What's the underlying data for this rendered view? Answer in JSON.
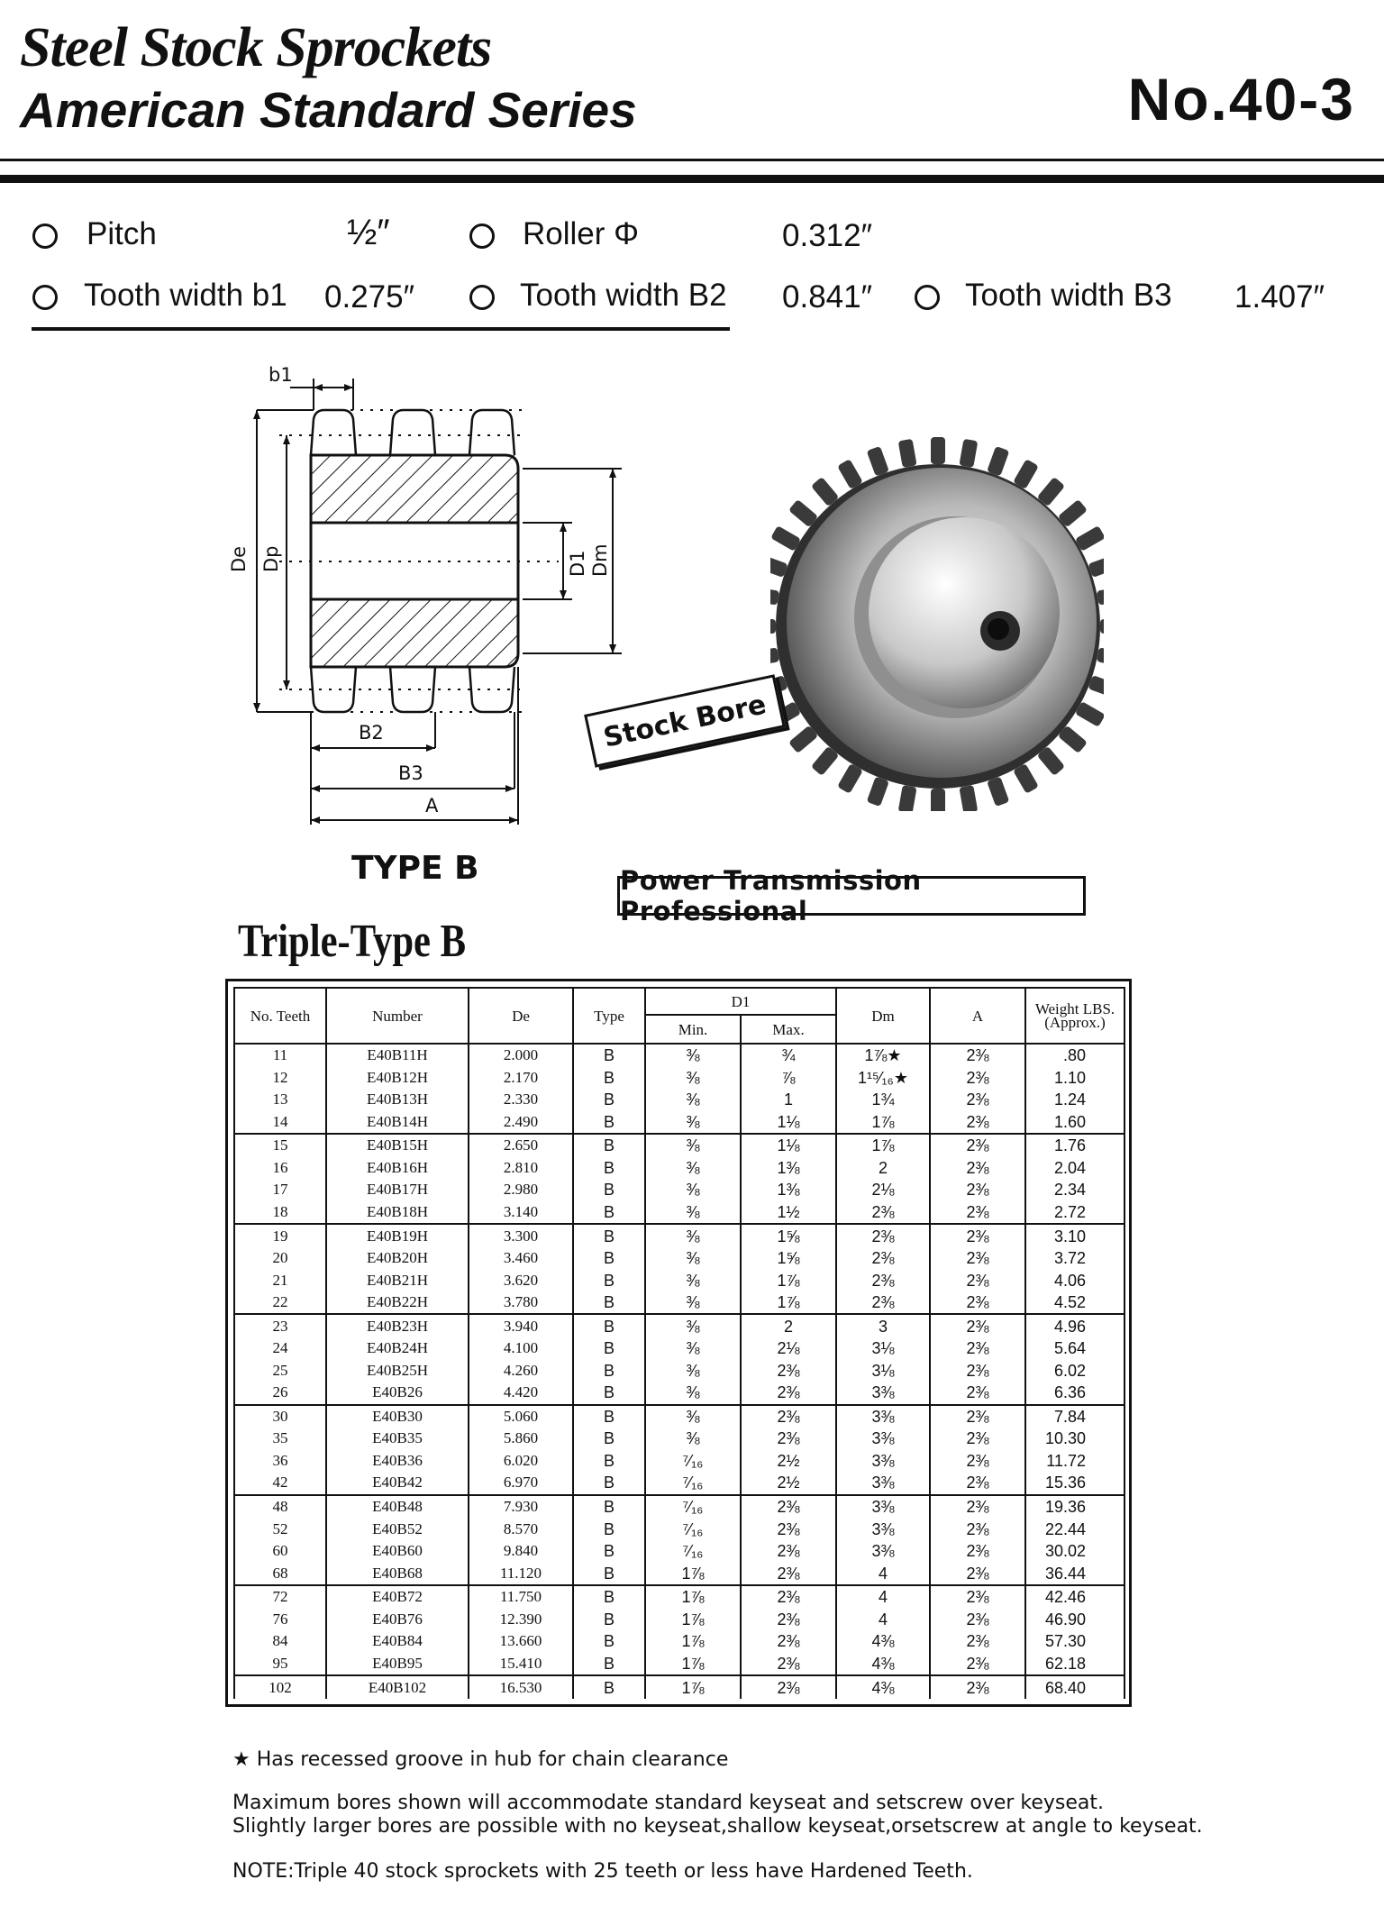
{
  "header": {
    "title_line1": "Steel Stock Sprockets",
    "title_line2": "American Standard Series",
    "model_no": "No.40-3"
  },
  "specs": {
    "pitch_label": "Pitch",
    "pitch_value": "½″",
    "roller_label": "Roller Φ",
    "roller_value": "0.312″",
    "b1_label": "Tooth width b1",
    "b1_value": "0.275″",
    "b2_label": "Tooth width B2",
    "b2_value": "0.841″",
    "b3_label": "Tooth width B3",
    "b3_value": "1.407″"
  },
  "diagram": {
    "labels": {
      "b1": "b1",
      "de": "De",
      "dp": "Dp",
      "d1": "D1",
      "dm": "Dm",
      "b2": "B2",
      "b3": "B3",
      "a": "A"
    },
    "type_label": "TYPE B",
    "stock_bore": "Stock Bore",
    "slogan": "Power Transmission Professional"
  },
  "table": {
    "title": "Triple-Type B",
    "headers": {
      "teeth": "No. Teeth",
      "number": "Number",
      "de": "De",
      "type": "Type",
      "d1": "D1",
      "min": "Min.",
      "max": "Max.",
      "dm": "Dm",
      "a": "A",
      "weight": "Weight LBS. (Approx.)"
    },
    "rows": [
      [
        "11",
        "E40B11H",
        "2.000",
        "B",
        "⅜",
        "¾",
        "1⅞★",
        "2⅜",
        ".80"
      ],
      [
        "12",
        "E40B12H",
        "2.170",
        "B",
        "⅜",
        "⅞",
        "1¹⁵⁄₁₆★",
        "2⅜",
        "1.10"
      ],
      [
        "13",
        "E40B13H",
        "2.330",
        "B",
        "⅜",
        "1",
        "1¾",
        "2⅜",
        "1.24"
      ],
      [
        "14",
        "E40B14H",
        "2.490",
        "B",
        "⅜",
        "1⅛",
        "1⅞",
        "2⅜",
        "1.60"
      ],
      [
        "15",
        "E40B15H",
        "2.650",
        "B",
        "⅜",
        "1⅛",
        "1⅞",
        "2⅜",
        "1.76"
      ],
      [
        "16",
        "E40B16H",
        "2.810",
        "B",
        "⅜",
        "1⅜",
        "2",
        "2⅜",
        "2.04"
      ],
      [
        "17",
        "E40B17H",
        "2.980",
        "B",
        "⅜",
        "1⅜",
        "2⅛",
        "2⅜",
        "2.34"
      ],
      [
        "18",
        "E40B18H",
        "3.140",
        "B",
        "⅜",
        "1½",
        "2⅜",
        "2⅜",
        "2.72"
      ],
      [
        "19",
        "E40B19H",
        "3.300",
        "B",
        "⅜",
        "1⅝",
        "2⅜",
        "2⅜",
        "3.10"
      ],
      [
        "20",
        "E40B20H",
        "3.460",
        "B",
        "⅜",
        "1⅝",
        "2⅜",
        "2⅜",
        "3.72"
      ],
      [
        "21",
        "E40B21H",
        "3.620",
        "B",
        "⅜",
        "1⅞",
        "2⅜",
        "2⅜",
        "4.06"
      ],
      [
        "22",
        "E40B22H",
        "3.780",
        "B",
        "⅜",
        "1⅞",
        "2⅜",
        "2⅜",
        "4.52"
      ],
      [
        "23",
        "E40B23H",
        "3.940",
        "B",
        "⅜",
        "2",
        "3",
        "2⅜",
        "4.96"
      ],
      [
        "24",
        "E40B24H",
        "4.100",
        "B",
        "⅜",
        "2⅛",
        "3⅛",
        "2⅜",
        "5.64"
      ],
      [
        "25",
        "E40B25H",
        "4.260",
        "B",
        "⅜",
        "2⅜",
        "3⅛",
        "2⅜",
        "6.02"
      ],
      [
        "26",
        "E40B26",
        "4.420",
        "B",
        "⅜",
        "2⅜",
        "3⅜",
        "2⅜",
        "6.36"
      ],
      [
        "30",
        "E40B30",
        "5.060",
        "B",
        "⅜",
        "2⅜",
        "3⅜",
        "2⅜",
        "7.84"
      ],
      [
        "35",
        "E40B35",
        "5.860",
        "B",
        "⅜",
        "2⅜",
        "3⅜",
        "2⅜",
        "10.30"
      ],
      [
        "36",
        "E40B36",
        "6.020",
        "B",
        "⁷⁄₁₆",
        "2½",
        "3⅜",
        "2⅜",
        "11.72"
      ],
      [
        "42",
        "E40B42",
        "6.970",
        "B",
        "⁷⁄₁₆",
        "2½",
        "3⅜",
        "2⅜",
        "15.36"
      ],
      [
        "48",
        "E40B48",
        "7.930",
        "B",
        "⁷⁄₁₆",
        "2⅜",
        "3⅜",
        "2⅜",
        "19.36"
      ],
      [
        "52",
        "E40B52",
        "8.570",
        "B",
        "⁷⁄₁₆",
        "2⅜",
        "3⅜",
        "2⅜",
        "22.44"
      ],
      [
        "60",
        "E40B60",
        "9.840",
        "B",
        "⁷⁄₁₆",
        "2⅜",
        "3⅜",
        "2⅜",
        "30.02"
      ],
      [
        "68",
        "E40B68",
        "11.120",
        "B",
        "1⅞",
        "2⅜",
        "4",
        "2⅜",
        "36.44"
      ],
      [
        "72",
        "E40B72",
        "11.750",
        "B",
        "1⅞",
        "2⅜",
        "4",
        "2⅜",
        "42.46"
      ],
      [
        "76",
        "E40B76",
        "12.390",
        "B",
        "1⅞",
        "2⅜",
        "4",
        "2⅜",
        "46.90"
      ],
      [
        "84",
        "E40B84",
        "13.660",
        "B",
        "1⅞",
        "2⅜",
        "4⅜",
        "2⅜",
        "57.30"
      ],
      [
        "95",
        "E40B95",
        "15.410",
        "B",
        "1⅞",
        "2⅜",
        "4⅜",
        "2⅜",
        "62.18"
      ],
      [
        "102",
        "E40B102",
        "16.530",
        "B",
        "1⅞",
        "2⅜",
        "4⅜",
        "2⅜",
        "68.40"
      ]
    ]
  },
  "notes": {
    "recessed": "★ Has recessed groove in hub for chain clearance",
    "bores_line1": "Maximum bores shown will accommodate standard keyseat and setscrew over keyseat.",
    "bores_line2": "Slightly larger bores are possible with no keyseat,shallow keyseat,orsetscrew at angle to keyseat.",
    "hardened": "NOTE:Triple 40 stock sprockets with 25 teeth or less have Hardened Teeth."
  }
}
